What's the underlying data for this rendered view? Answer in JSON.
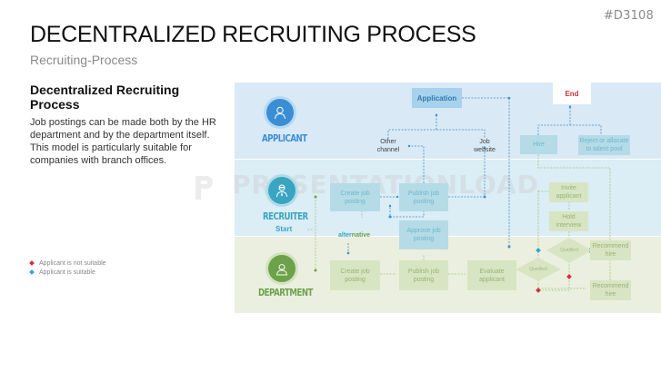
{
  "slide_id": "#D3108",
  "title": "DECENTRALIZED RECRUITING PROCESS",
  "subtitle": "Recruiting-Process",
  "sidebar": {
    "heading": "Decentralized Recruiting Process",
    "body": "Job postings can be made both by the HR department and by the department itself. This model is particularly suitable for companies with branch offices."
  },
  "legend": [
    {
      "label": "Applicant is not suitable",
      "color": "#d0313c"
    },
    {
      "label": "Applicant is suitable",
      "color": "#3aa5c9"
    }
  ],
  "watermark": "PRESENTATIONLOAD",
  "lanes": {
    "applicant": {
      "label": "APPLICANT",
      "icon": "applicant-person-icon",
      "color": "#3a8fd4"
    },
    "recruiter": {
      "label": "RECRUITER",
      "icon": "recruiter-person-icon",
      "color": "#39a5c2",
      "start_label": "Start"
    },
    "department": {
      "label": "DEPARTMENT",
      "icon": "department-person-icon",
      "color": "#6da14a"
    }
  },
  "nodes": {
    "application": "Application",
    "end": "End",
    "other_channel": "Other channel",
    "job_website": "Job website",
    "hire": "Hire",
    "reject": "Reject or allocate to talent pool",
    "rec_create": "Create job posting",
    "rec_publish": "Publish job posting",
    "approve": "Approve job posting",
    "invite": "Invite applicant",
    "interview": "Hold interview",
    "alternative_a": "alter",
    "alternative_b": "native",
    "dep_create": "Create job posting",
    "dep_publish": "Publish job posting",
    "evaluate": "Evaluate applicant",
    "qualified_1": "Qualified",
    "qualified_2": "Qualified",
    "recommend_1": "Recommend hire",
    "recommend_2": "Recommend hire"
  },
  "colors": {
    "blue_line": "#3f8fc6",
    "green_line": "#a7c47f",
    "red_marker": "#d0313c",
    "cyan_marker": "#3aa5c9"
  }
}
